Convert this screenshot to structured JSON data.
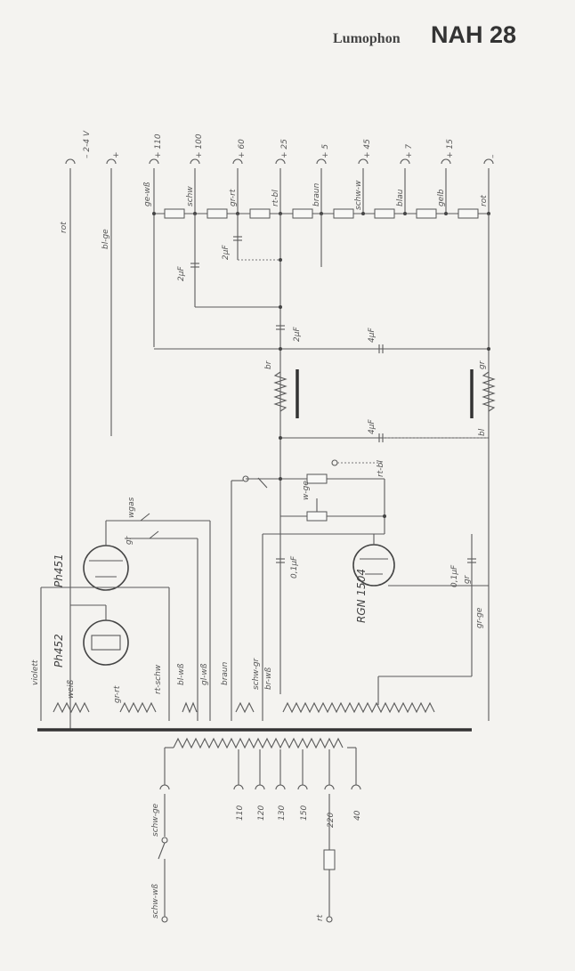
{
  "title": {
    "brand": "Lumophon",
    "model": "NAH 28"
  },
  "supply_terminals": [
    "+ 110",
    "+ 100",
    "+ 60",
    "+ 25",
    "+ 5",
    "+ 45",
    "+ 7",
    "+ 15",
    "–"
  ],
  "left_terminals": [
    "– 2-4 V",
    "+"
  ],
  "divider_colors": [
    "ge-wß",
    "schw",
    "gr-rt",
    "rt-bl",
    "braun",
    "schw-w",
    "blau",
    "gelb",
    "rot"
  ],
  "wire_colors_left": [
    "rot",
    "bl-ge"
  ],
  "capacitors": [
    "2µF",
    "2µF",
    "2µF",
    "4µF",
    "4µF",
    "0,1µF",
    "0,1µF"
  ],
  "choke_labels": [
    "br",
    "gr",
    "bl"
  ],
  "switch_labels": [
    "w-ge",
    "rt-bl"
  ],
  "tube_labels": [
    "Ph451",
    "Ph452",
    "RGN 1504"
  ],
  "switch_small": [
    "wgas",
    "gr"
  ],
  "transformer_secondary_colors": [
    "violett",
    "weiß",
    "gr-rt",
    "rt-schw",
    "bl-wß",
    "gl-wß",
    "braun",
    "schw-gr",
    "br-wß"
  ],
  "rect_wire": [
    "gr",
    "gr-ge"
  ],
  "mains_colors": [
    "schw-ge",
    "schw-wß",
    "rt"
  ],
  "mains_taps": [
    "110",
    "120",
    "130",
    "150",
    "220",
    "40"
  ]
}
